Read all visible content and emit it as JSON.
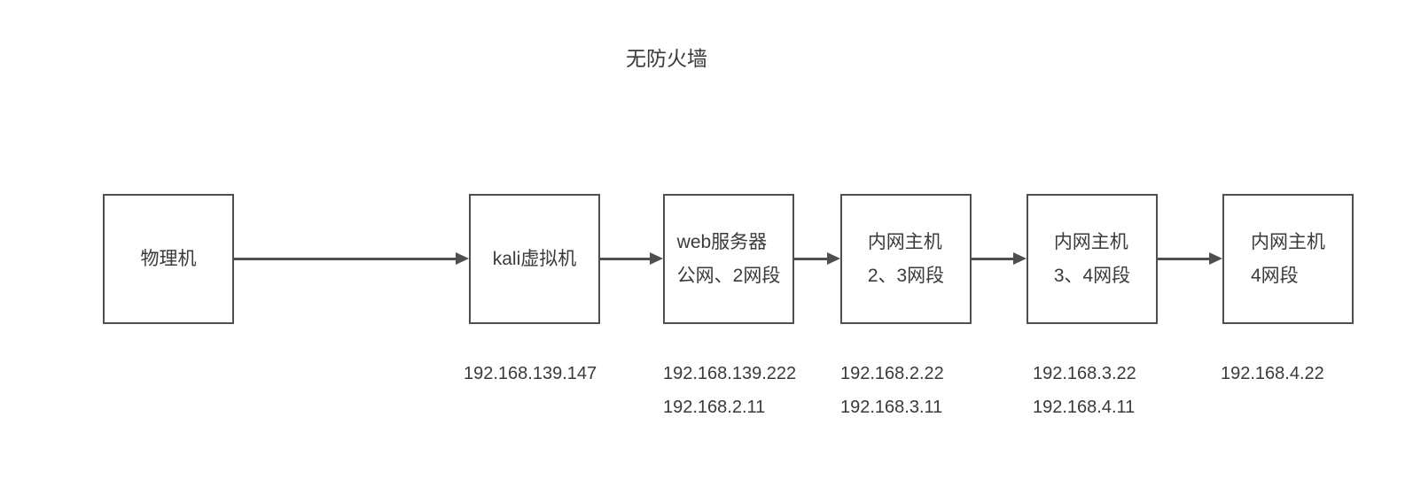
{
  "title": "无防火墙",
  "colors": {
    "background": "#ffffff",
    "shape_border": "#4f4f4f",
    "arrow": "#4f4f4f",
    "text": "#3a3a3a"
  },
  "nodes": [
    {
      "id": "physical-machine",
      "lines": [
        "物理机"
      ],
      "ips": []
    },
    {
      "id": "kali-vm",
      "lines": [
        "kali虚拟机"
      ],
      "ips": [
        "192.168.139.147"
      ]
    },
    {
      "id": "web-server",
      "lines": [
        "web服务器",
        "公网、2网段"
      ],
      "ips": [
        "192.168.139.222",
        "192.168.2.11"
      ]
    },
    {
      "id": "intranet-host-2-3",
      "lines": [
        "内网主机",
        "2、3网段"
      ],
      "ips": [
        "192.168.2.22",
        "192.168.3.11"
      ]
    },
    {
      "id": "intranet-host-3-4",
      "lines": [
        "内网主机",
        "3、4网段"
      ],
      "ips": [
        "192.168.3.22",
        "192.168.4.11"
      ]
    },
    {
      "id": "intranet-host-4",
      "lines": [
        "内网主机",
        "4网段"
      ],
      "ips": [
        "192.168.4.22"
      ]
    }
  ],
  "connections": [
    {
      "from": "physical-machine",
      "to": "kali-vm"
    },
    {
      "from": "kali-vm",
      "to": "web-server"
    },
    {
      "from": "web-server",
      "to": "intranet-host-2-3"
    },
    {
      "from": "intranet-host-2-3",
      "to": "intranet-host-3-4"
    },
    {
      "from": "intranet-host-3-4",
      "to": "intranet-host-4"
    }
  ]
}
